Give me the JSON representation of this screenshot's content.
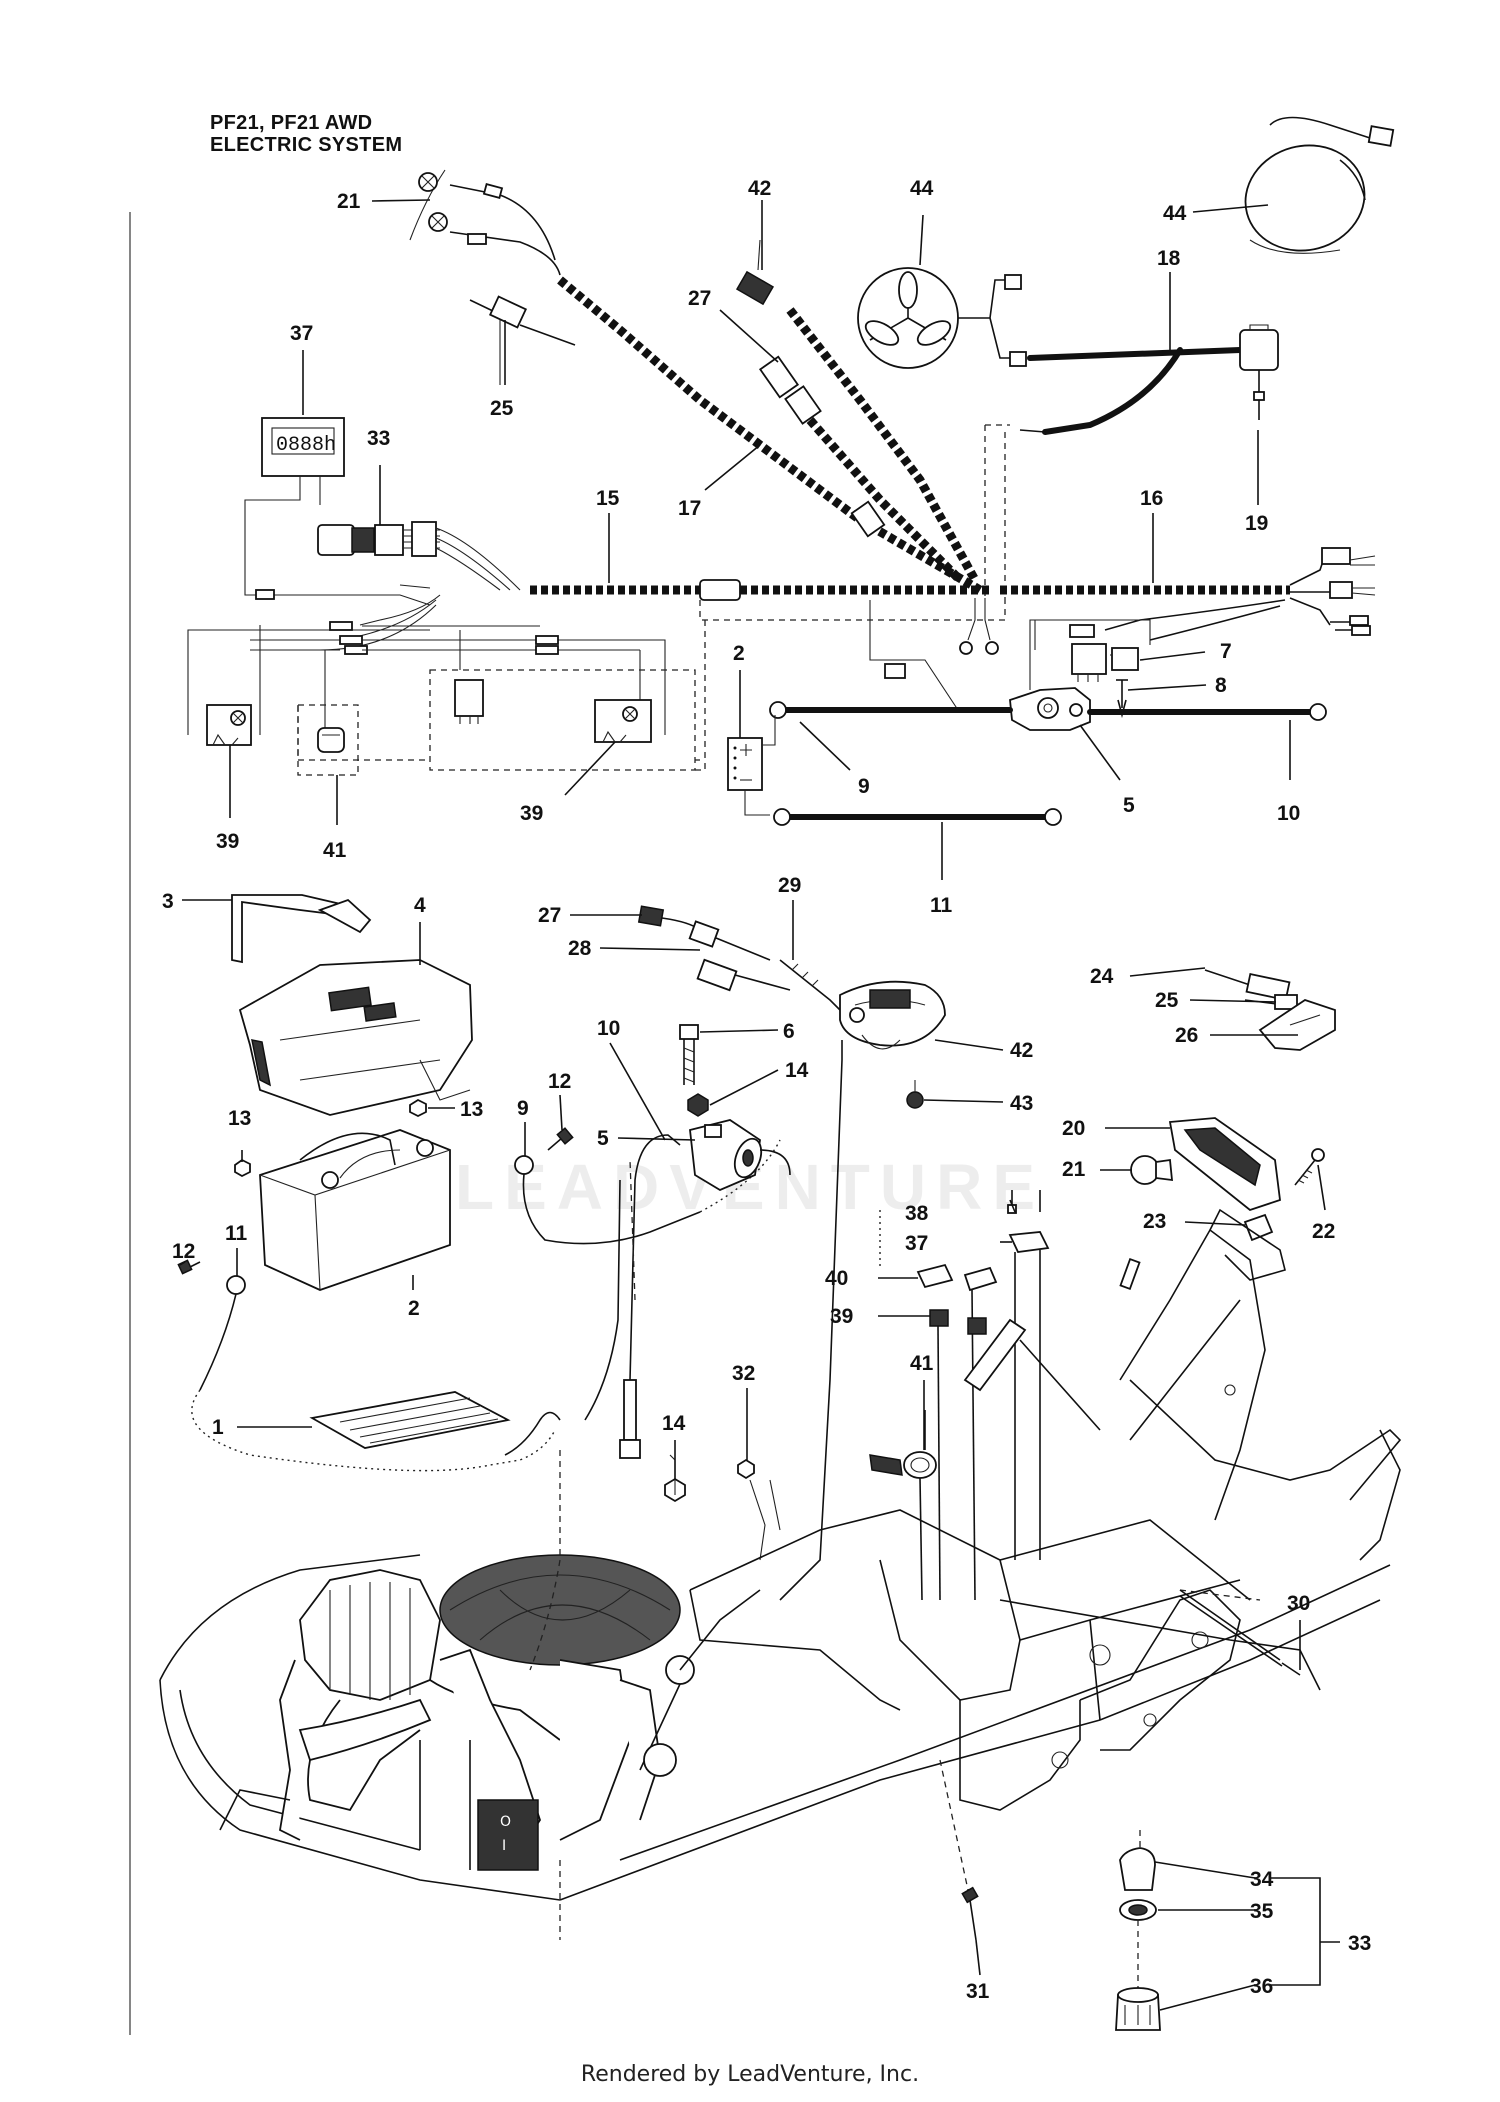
{
  "header": {
    "title_line1": "PF21, PF21 AWD",
    "title_line2": "ELECTRIC SYSTEM"
  },
  "watermark": "LEADVENTURE",
  "footer": "Rendered by LeadVenture, Inc.",
  "meter_display": "0888h",
  "switch_labels": {
    "off": "O",
    "on": "I"
  },
  "callouts": [
    {
      "id": "c21a",
      "num": "21"
    },
    {
      "id": "c25a",
      "num": "25"
    },
    {
      "id": "c42a",
      "num": "42"
    },
    {
      "id": "c27a",
      "num": "27"
    },
    {
      "id": "c44a",
      "num": "44"
    },
    {
      "id": "c44b",
      "num": "44"
    },
    {
      "id": "c18",
      "num": "18"
    },
    {
      "id": "c19",
      "num": "19"
    },
    {
      "id": "c37a",
      "num": "37"
    },
    {
      "id": "c33a",
      "num": "33"
    },
    {
      "id": "c17",
      "num": "17"
    },
    {
      "id": "c15",
      "num": "15"
    },
    {
      "id": "c16",
      "num": "16"
    },
    {
      "id": "c7",
      "num": "7"
    },
    {
      "id": "c8",
      "num": "8"
    },
    {
      "id": "c2a",
      "num": "2"
    },
    {
      "id": "c9a",
      "num": "9"
    },
    {
      "id": "c5a",
      "num": "5"
    },
    {
      "id": "c10a",
      "num": "10"
    },
    {
      "id": "c11a",
      "num": "11"
    },
    {
      "id": "c39a",
      "num": "39"
    },
    {
      "id": "c41a",
      "num": "41"
    },
    {
      "id": "c39b",
      "num": "39"
    },
    {
      "id": "c3",
      "num": "3"
    },
    {
      "id": "c4",
      "num": "4"
    },
    {
      "id": "c27b",
      "num": "27"
    },
    {
      "id": "c28",
      "num": "28"
    },
    {
      "id": "c29",
      "num": "29"
    },
    {
      "id": "c24",
      "num": "24"
    },
    {
      "id": "c25b",
      "num": "25"
    },
    {
      "id": "c26",
      "num": "26"
    },
    {
      "id": "c6",
      "num": "6"
    },
    {
      "id": "c10b",
      "num": "10"
    },
    {
      "id": "c14a",
      "num": "14"
    },
    {
      "id": "c42b",
      "num": "42"
    },
    {
      "id": "c43",
      "num": "43"
    },
    {
      "id": "c5b",
      "num": "5"
    },
    {
      "id": "c13a",
      "num": "13"
    },
    {
      "id": "c13b",
      "num": "13"
    },
    {
      "id": "c12a",
      "num": "12"
    },
    {
      "id": "c9b",
      "num": "9"
    },
    {
      "id": "c20",
      "num": "20"
    },
    {
      "id": "c21b",
      "num": "21"
    },
    {
      "id": "c22",
      "num": "22"
    },
    {
      "id": "c38",
      "num": "38"
    },
    {
      "id": "c37b",
      "num": "37"
    },
    {
      "id": "c23",
      "num": "23"
    },
    {
      "id": "c12b",
      "num": "12"
    },
    {
      "id": "c11b",
      "num": "11"
    },
    {
      "id": "c2b",
      "num": "2"
    },
    {
      "id": "c40",
      "num": "40"
    },
    {
      "id": "c39c",
      "num": "39"
    },
    {
      "id": "c1",
      "num": "1"
    },
    {
      "id": "c32",
      "num": "32"
    },
    {
      "id": "c41b",
      "num": "41"
    },
    {
      "id": "c14b",
      "num": "14"
    },
    {
      "id": "c30",
      "num": "30"
    },
    {
      "id": "c34",
      "num": "34"
    },
    {
      "id": "c35",
      "num": "35"
    },
    {
      "id": "c33b",
      "num": "33"
    },
    {
      "id": "c31",
      "num": "31"
    },
    {
      "id": "c36",
      "num": "36"
    }
  ]
}
